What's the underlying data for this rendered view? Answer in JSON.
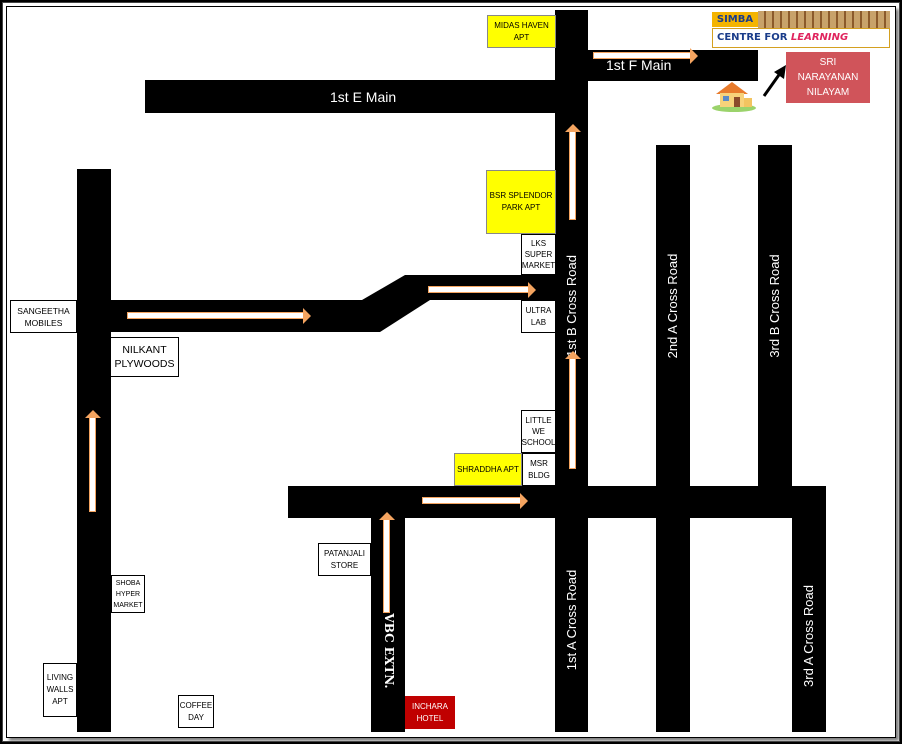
{
  "roads": {
    "first_e_main": "1st E Main",
    "first_f_main": "1st F Main",
    "first_b_cross": "1st B Cross Road",
    "first_a_cross": "1st A Cross Road",
    "second_a_cross": "2nd A Cross Road",
    "third_b_cross": "3rd B Cross Road",
    "third_a_cross": "3rd A Cross Road",
    "vbc_extn": "VBC EXTN."
  },
  "landmarks": {
    "midas_haven": "MIDAS HAVEN\nAPT",
    "bsr_splendor": "BSR SPLENDOR\nPARK APT",
    "lks_super_market": "LKS\nSUPER\nMARKET",
    "ultra_lab": "ULTRA\nLAB",
    "sangeetha_mobiles": "SANGEETHA\nMOBILES",
    "nilkant_plywoods": "NILKANT\nPLYWOODS",
    "little_we_school": "LITTLE\nWE\nSCHOOL",
    "shraddha_apt": "SHRADDHA APT",
    "msr_bldg": "MSR\nBLDG",
    "patanjali_store": "PATANJALI\nSTORE",
    "shoba_hyper_market": "SHOBA\nHYPER\nMARKET",
    "living_walls_apt": "LIVING\nWALLS\nAPT",
    "coffee_day": "COFFEE\nDAY",
    "incharа_hotel": "INCHARA\nHOTEL",
    "sri_narayanan_nilayam": "SRI\nNARAYANAN\nNILAYAM"
  },
  "logo": {
    "simba": "SIMBA",
    "centre": "CENTRE FOR ",
    "learning": "LEARNING"
  },
  "colors": {
    "road": "#000000",
    "apartment": "#ffff00",
    "hotel": "#c00000",
    "destination": "#d0545a",
    "route_arrow": "#f4a460"
  },
  "icons": [
    "house-icon",
    "pointer-arrow-icon",
    "route-arrow-icon"
  ]
}
